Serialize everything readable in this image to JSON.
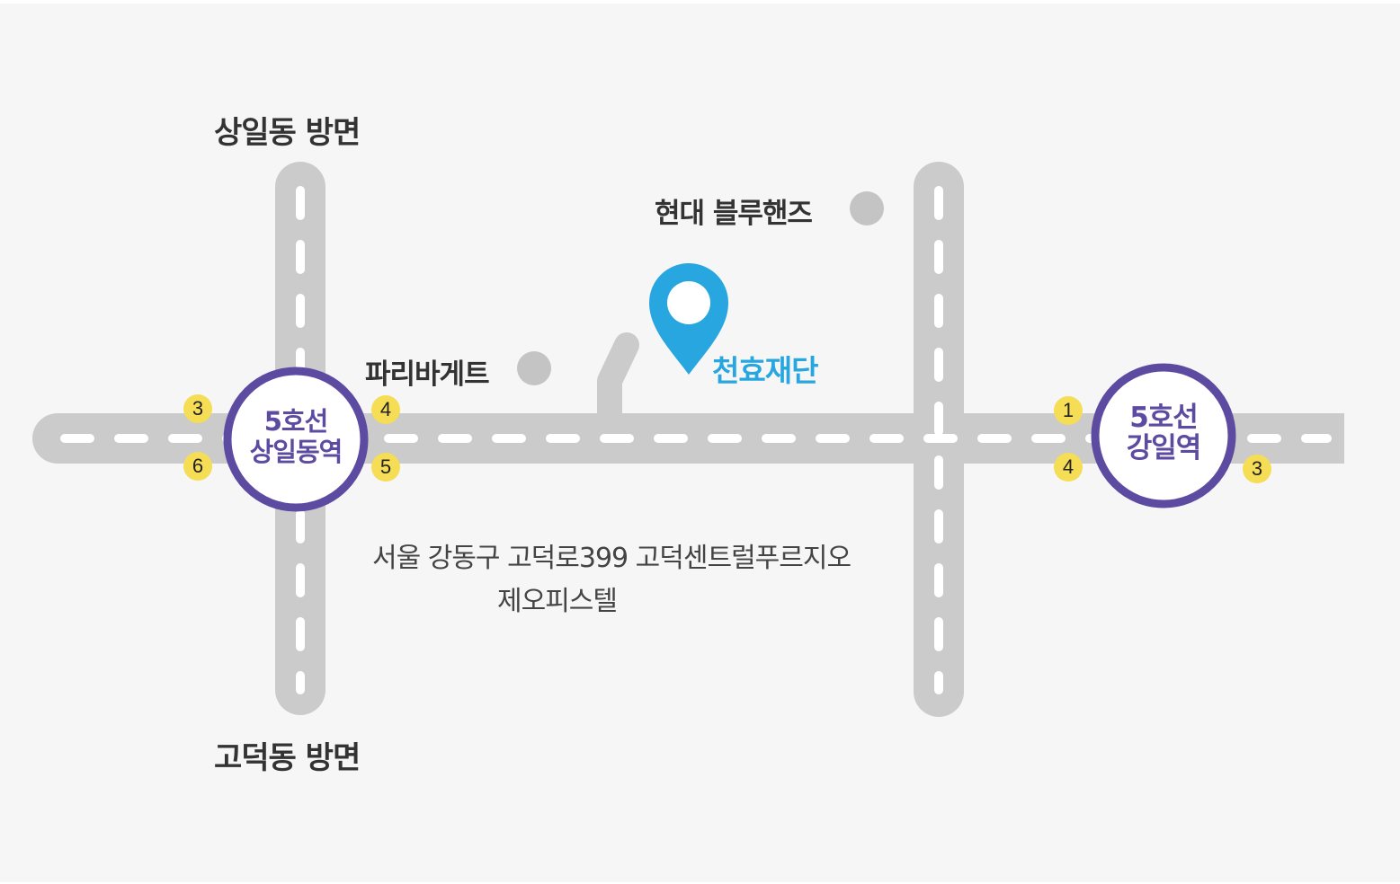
{
  "colors": {
    "background": "#f6f6f6",
    "road": "#cbcbcb",
    "road_marking": "#ffffff",
    "station_ring": "#5c4ba0",
    "exit_badge": "#f5dd55",
    "landmark_dot": "#c4c4c4",
    "pin": "#27a6df"
  },
  "directions": {
    "north": "상일동 방면",
    "south": "고덕동 방면"
  },
  "landmarks": {
    "hyundai": "현대 블루핸즈",
    "paris": "파리바게트"
  },
  "destination": {
    "icon": "location-pin-icon",
    "name": "천효재단",
    "address_line1": "서울 강동구 고덕로399 고덕센트럴푸르지오",
    "address_line2": "제오피스텔"
  },
  "stations": {
    "sangil": {
      "line": "5호선",
      "name": "상일동역",
      "exits": [
        "3",
        "4",
        "6",
        "5"
      ]
    },
    "gangil": {
      "line": "5호선",
      "name": "강일역",
      "exits": [
        "1",
        "4",
        "3"
      ]
    }
  }
}
